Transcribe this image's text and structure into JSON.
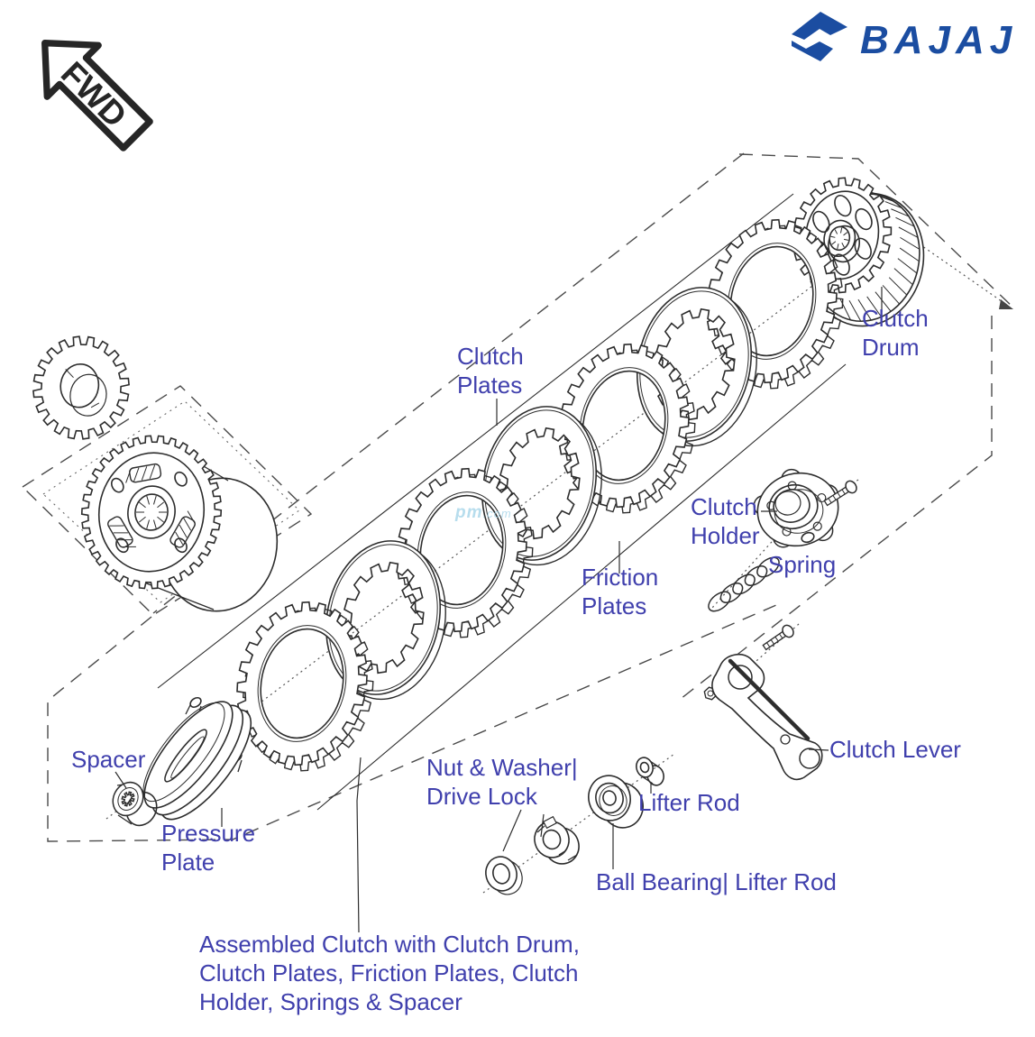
{
  "header": {
    "fwd_label": "FWD",
    "brand_name": "BAJAJ"
  },
  "watermark": {
    "text": "pm",
    "suffix": ".com"
  },
  "colors": {
    "label_blue": "#4040ad",
    "brand_blue": "#1b4da1",
    "line_dark": "#2d2d2d",
    "dash_gray": "#4a4a4a",
    "watermark_blue": "#9fd2e8"
  },
  "labels": {
    "clutch_plates": {
      "text": "Clutch\nPlates"
    },
    "clutch_drum": {
      "text": "Clutch\nDrum"
    },
    "clutch_holder": {
      "text": "Clutch\nHolder"
    },
    "spring": {
      "text": "Spring"
    },
    "friction_plates": {
      "text": "Friction\nPlates"
    },
    "spacer": {
      "text": "Spacer"
    },
    "pressure_plate": {
      "text": "Pressure\nPlate"
    },
    "nut_washer": {
      "text": "Nut & Washer|\nDrive Lock"
    },
    "lifter_rod": {
      "text": "Lifter Rod"
    },
    "ball_bearing": {
      "text": "Ball Bearing| Lifter Rod"
    },
    "clutch_lever": {
      "text": "Clutch Lever"
    },
    "caption": {
      "text": "Assembled Clutch with Clutch Drum,\nClutch Plates, Friction Plates, Clutch\nHolder, Springs & Spacer"
    }
  }
}
